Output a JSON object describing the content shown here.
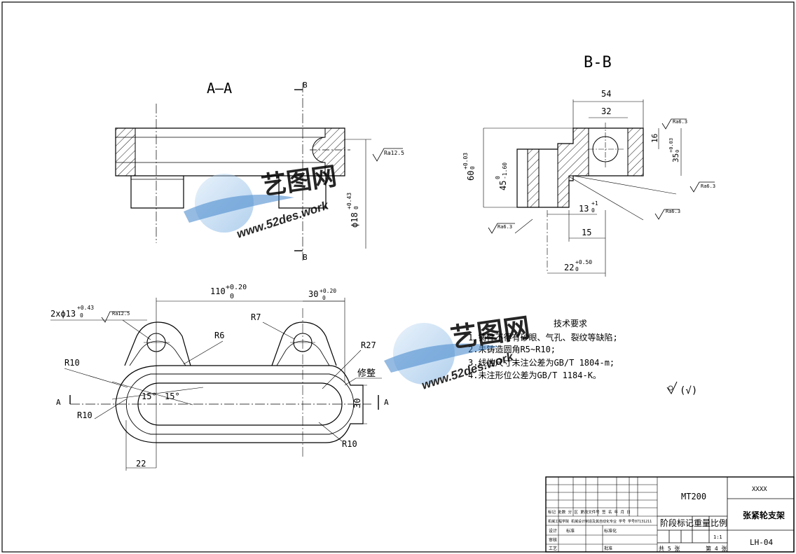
{
  "views": {
    "aa_title": "A—A",
    "bb_title": "B-B",
    "section_b_label": "B",
    "section_a_label": "A"
  },
  "aa_view": {
    "roughness": "Ra12.5",
    "bore_dim_main": "ϕ18",
    "bore_dim_tol_upper": "+0.43",
    "bore_dim_tol_lower": "0"
  },
  "bb_view": {
    "dim_54": "54",
    "dim_32": "32",
    "dim_16": "16",
    "dim_35": "35",
    "dim_35_tol_upper": "+0.03",
    "dim_35_tol_lower": "0",
    "dim_60": "60",
    "dim_60_tol_upper": "+0.03",
    "dim_60_tol_lower": "0",
    "dim_45": "45",
    "dim_45_tol_upper": "0",
    "dim_45_tol_lower": "-1.60",
    "dim_13": "13",
    "dim_13_tol_upper": "+1",
    "dim_13_tol_lower": "0",
    "dim_15": "15",
    "dim_22": "22",
    "dim_22_tol_upper": "+0.50",
    "dim_22_tol_lower": "0",
    "rough_1": "Ra6.3",
    "rough_2": "Ra6.3",
    "rough_3": "Ra6.3",
    "rough_4": "Ra6.3"
  },
  "plan_view": {
    "dim_110": "110",
    "dim_110_tol_upper": "+0.20",
    "dim_110_tol_lower": "0",
    "dim_30_top": "30",
    "dim_30_tol_upper": "+0.20",
    "dim_30_tol_lower": "0",
    "hole_callout": "2xϕ13",
    "hole_tol_upper": "+0.43",
    "hole_tol_lower": "0",
    "hole_rough": "Ra12.5",
    "r6": "R6",
    "r7": "R7",
    "r10_a": "R10",
    "r10_b": "R10",
    "r10_c": "R10",
    "r27": "R27",
    "trim": "修整",
    "angle_1": "15°",
    "angle_2": "15°",
    "dim_30_side": "30",
    "dim_22": "22"
  },
  "tech_requirements": {
    "title": "技术要求",
    "items": [
      "1.铸件不得有砂眼、气孔、裂纹等缺陷;",
      "2.未铸造圆角R5~R10;",
      "3.线性尺寸未注公差为GB/T 1804-m;",
      "4.未注形位公差为GB/T 1184-K。"
    ],
    "general_roughness": "(√)"
  },
  "watermark": {
    "brand": "艺图网",
    "url": "www.52des.work"
  },
  "title_block": {
    "material": "MT200",
    "part_name": "张紧轮支架",
    "code_top": "XXXX",
    "drawing_no": "LH-04",
    "stage_mark": "阶段标记",
    "weight": "重量",
    "scale": "比例",
    "scale_value": "1:1",
    "sheets_total": "共 5 张",
    "sheet_no": "第 4 张",
    "small_row_1": "标记  处数  分  区  更改文件号  签  名  年 月 日",
    "small_row_2": "机械工程学院  机械设计制造及其自动化专业  学号  学号07131211",
    "small_row_3a": "设计",
    "small_row_3b": "标准",
    "small_row_3c": "标准化",
    "small_row_4a": "审核",
    "small_row_5a": "工艺",
    "small_row_5b": "批准"
  }
}
